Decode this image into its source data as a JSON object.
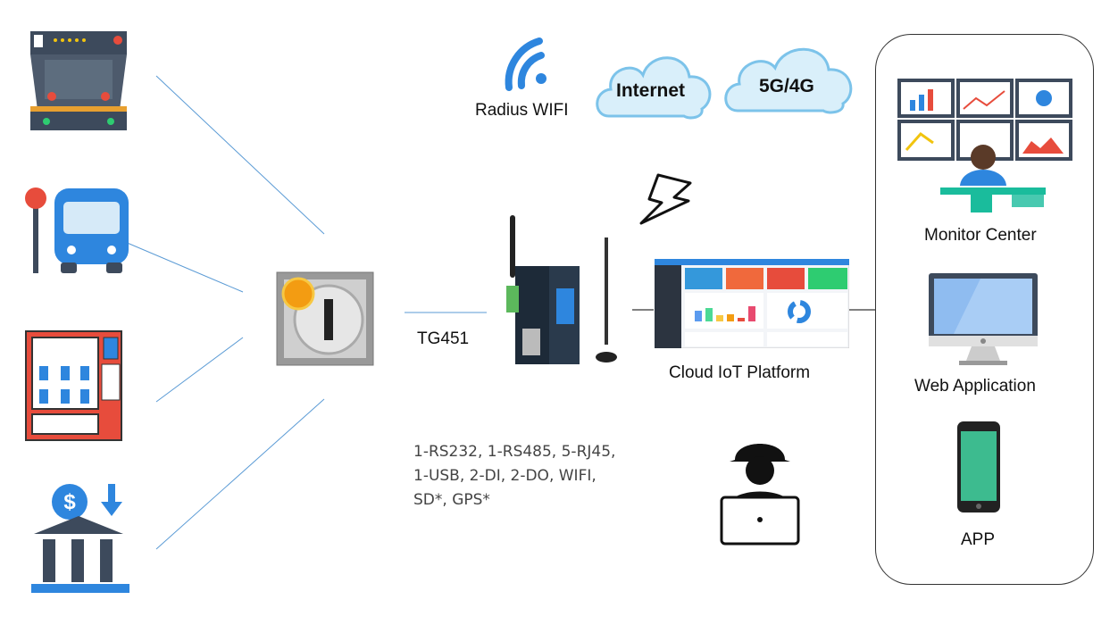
{
  "labels": {
    "wifi": "Radius WIFI",
    "internet": "Internet",
    "cellular": "5G/4G",
    "device": "TG451",
    "cloud_platform": "Cloud IoT Platform",
    "monitor_center": "Monitor Center",
    "web_app": "Web Application",
    "app": "APP"
  },
  "specs": [
    "1-RS232, 1-RS485, 5-RJ45,",
    "1-USB, 2-DI, 2-DO, WIFI,",
    "SD*, GPS*"
  ],
  "colors": {
    "line": "#5b9bd5",
    "cloud": "#9fd3f0",
    "accent_blue": "#2e86de",
    "orange": "#f39c12"
  }
}
